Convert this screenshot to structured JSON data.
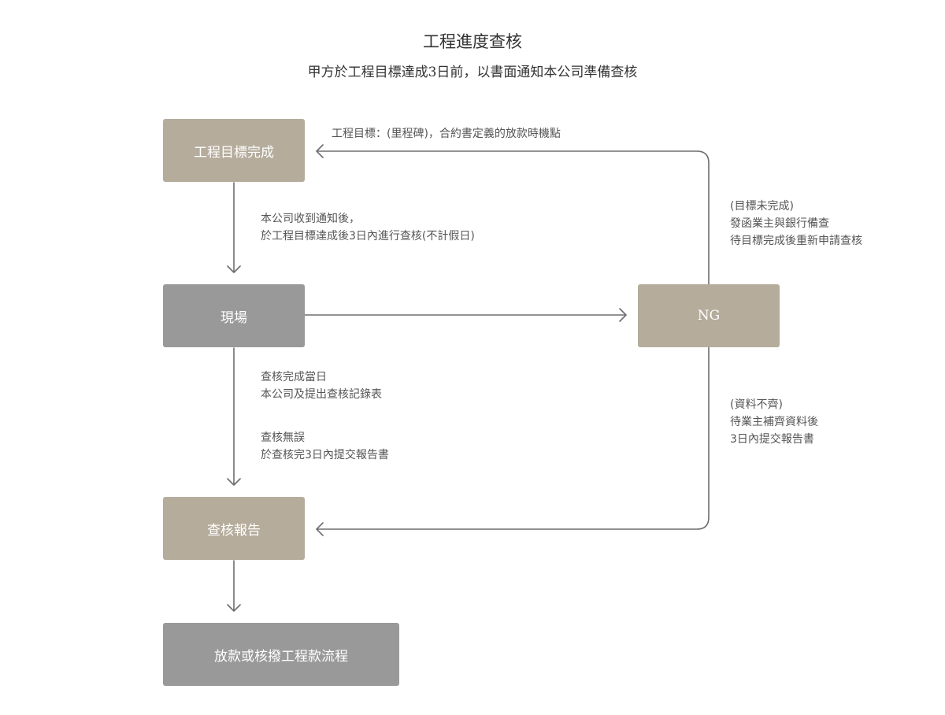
{
  "header": {
    "title": "工程進度查核",
    "subtitle": "甲方於工程目標達成3日前，以書面通知本公司準備查核"
  },
  "nodes": {
    "milestone_complete": "工程目標完成",
    "site": "現場",
    "ng": "NG",
    "inspection_report": "查核報告",
    "disbursement": "放款或核撥工程款流程"
  },
  "notes": {
    "milestone_definition": "工程目標：(里程碑)，合約書定義的放款時機點",
    "after_notice": [
      "本公司收到通知後，",
      "於工程目標達成後3日內進行查核(不計假日)"
    ],
    "inspection_day": [
      "查核完成當日",
      "本公司及提出查核記錄表"
    ],
    "no_error": [
      "查核無誤",
      "於查核完3日內提交報告書"
    ],
    "target_incomplete": [
      "(目標未完成)",
      "發函業主與銀行備查",
      "待目標完成後重新申請查核"
    ],
    "data_incomplete": [
      "(資料不齊)",
      "待業主補齊資料後",
      "3日內提交報告書"
    ]
  },
  "colors": {
    "tan_box": "#b5ac9c",
    "grey_box": "#999999",
    "connector": "#6e6e6e"
  }
}
